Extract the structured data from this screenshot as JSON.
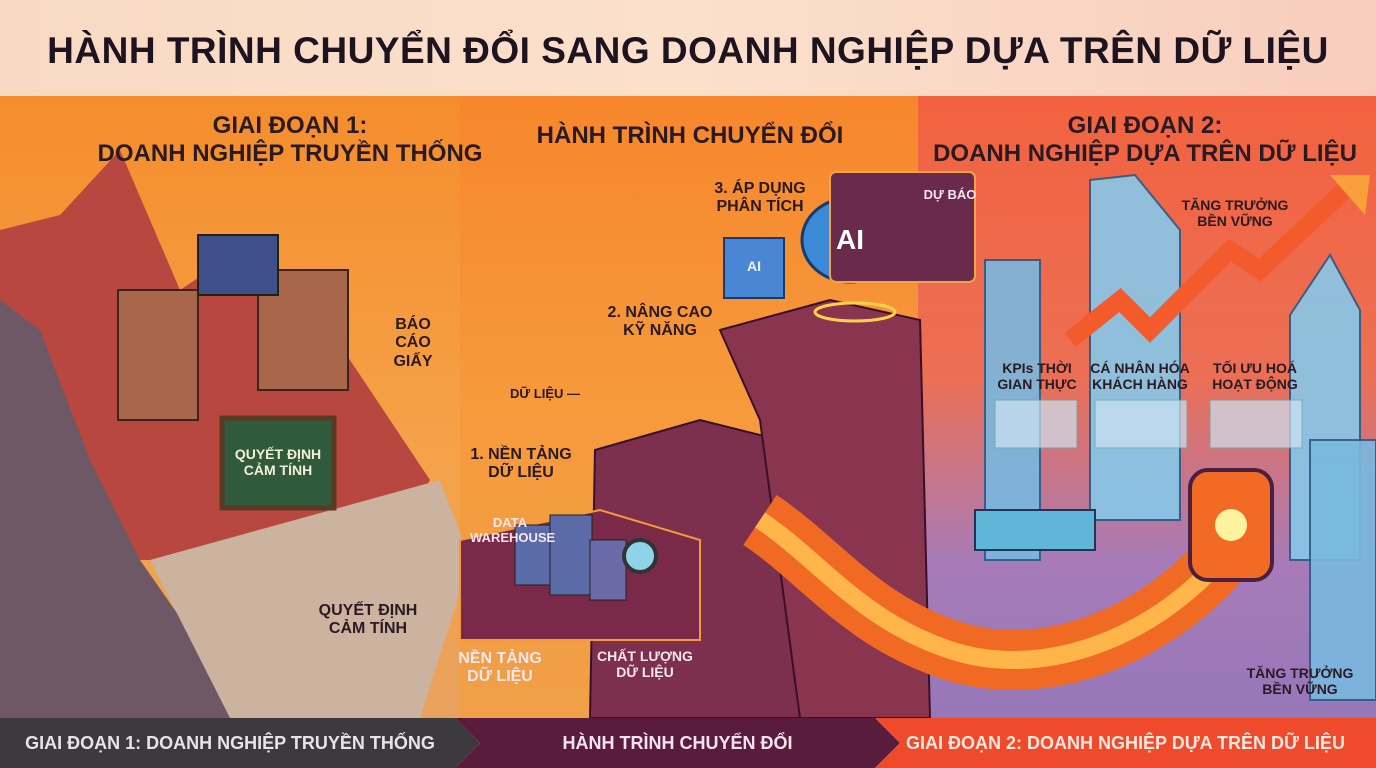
{
  "title": "HÀNH TRÌNH CHUYỂN ĐỔI SANG DOANH NGHIỆP DỰA TRÊN DỮ LIỆU",
  "stage1": {
    "heading_line1": "GIAI ĐOẠN 1:",
    "heading_line2": "DOANH NGHIỆP TRUYỀN THỐNG",
    "paper_reports": "BÁO CÁO GIẤY",
    "chalkboard": "QUYẾT ĐỊNH CẢM TÍNH",
    "gut_decisions": "QUYẾT ĐỊNH CẢM TÍNH"
  },
  "journey": {
    "heading": "HÀNH TRÌNH CHUYỂN ĐỔI",
    "step1": "1. NỀN TẢNG DỮ LIỆU",
    "step2": "2. NÂNG CAO KỸ NĂNG",
    "step3": "3. ÁP DỤNG PHÂN TÍCH",
    "data_label": "DỮ LIỆU —",
    "ai_label": "AI",
    "ai_small": "AI",
    "forecast": "DỰ BÁO",
    "warehouse": "DATA WAREHOUSE",
    "data_foundation": "NỀN TẢNG DỮ LIỆU",
    "data_quality": "CHẤT LƯỢNG DỮ LIỆU"
  },
  "stage2": {
    "heading_line1": "GIAI ĐOẠN 2:",
    "heading_line2": "DOANH NGHIỆP DỰA TRÊN DỮ LIỆU",
    "growth_top": "TĂNG TRƯỞNG BỀN VỮNG",
    "kpis": "KPIs THỜI GIAN THỰC",
    "personalization": "CÁ NHÂN HÓA KHÁCH HÀNG",
    "optimization": "TỐI ƯU HOÁ HOẠT ĐỘNG",
    "growth_bottom": "TĂNG TRƯỞNG BỀN VỮNG"
  },
  "bottom_bar": {
    "seg1": "GIAI ĐOẠN 1: DOANH NGHIỆP TRUYỀN THỐNG",
    "seg2": "HÀNH TRÌNH CHUYỂN ĐỔI",
    "seg3": "GIAI ĐOẠN 2: DOANH NGHIỆP DỰA TRÊN DỮ LIỆU",
    "colors": {
      "seg1": "#3d3a3e",
      "seg2": "#5a1c3c",
      "seg3": "#f04a2c"
    }
  }
}
